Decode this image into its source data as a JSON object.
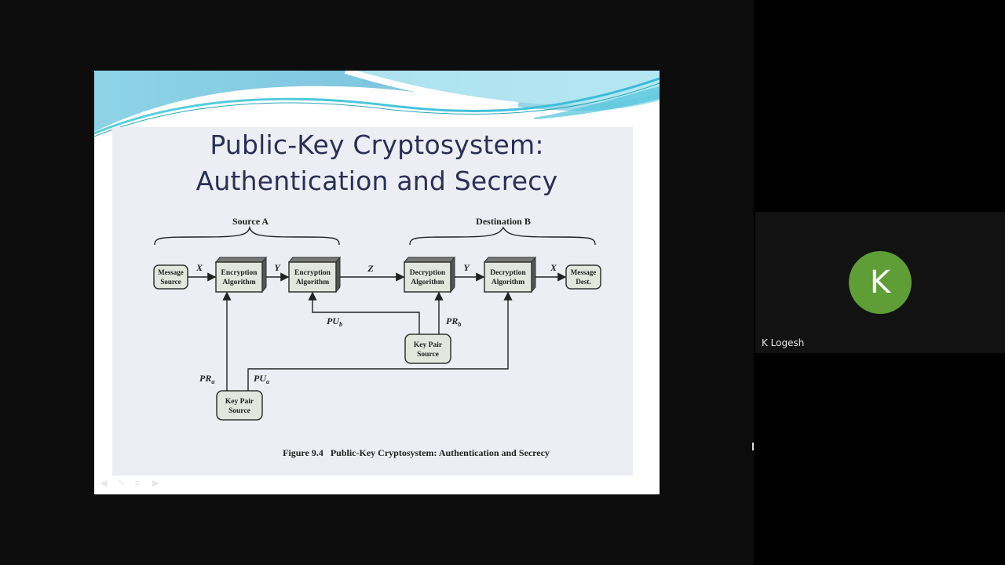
{
  "meeting": {
    "participant": {
      "name": "K Logesh",
      "initial": "K",
      "avatar_color": "#5f9d37"
    }
  },
  "slide": {
    "title_line1": "Public-Key Cryptosystem:",
    "title_line2": "Authentication and Secrecy",
    "banner_color": "#5bc3dd",
    "diagram": {
      "source_label": "Source A",
      "destination_label": "Destination B",
      "message_source": [
        "Message",
        "Source"
      ],
      "encryption_algorithm": [
        "Encryption",
        "Algorithm"
      ],
      "decryption_algorithm": [
        "Decryption",
        "Algorithm"
      ],
      "message_dest": [
        "Message",
        "Dest."
      ],
      "key_pair_source": [
        "Key Pair",
        "Source"
      ],
      "signals": {
        "x": "X",
        "y": "Y",
        "z": "Z"
      },
      "keys": {
        "pu_b": "PU",
        "pu_b_sub": "b",
        "pr_b": "PR",
        "pr_b_sub": "b",
        "pr_a": "PR",
        "pr_a_sub": "a",
        "pu_a": "PU",
        "pu_a_sub": "a"
      },
      "caption": "Figure 9.4   Public-Key Cryptosystem: Authentication and Secrecy"
    },
    "controls": [
      "prev-icon",
      "pen-icon",
      "menu-icon",
      "next-icon"
    ]
  }
}
